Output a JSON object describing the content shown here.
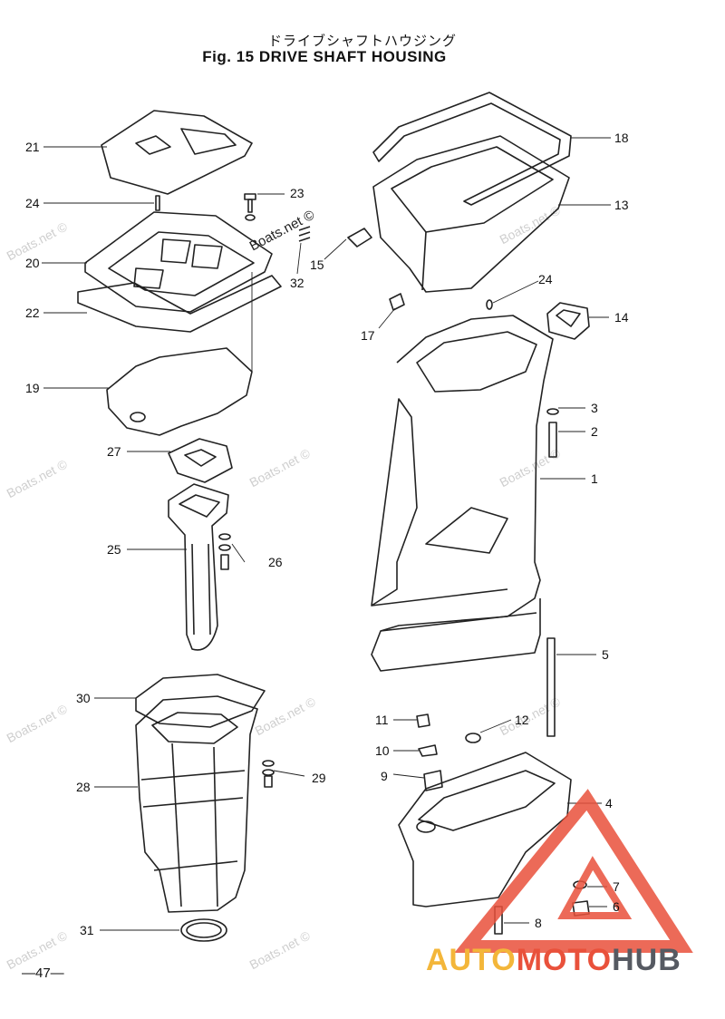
{
  "header": {
    "title_jp": "ドライブシャフトハウジング",
    "title_en": "Fig. 15   DRIVE SHAFT HOUSING"
  },
  "page_number": "—47—",
  "watermark_text": "Boats.net ©",
  "logo": {
    "part1": "AUTO",
    "part2": "MOTO",
    "part3": "HUB"
  },
  "callouts": [
    "21",
    "24",
    "23",
    "20",
    "32",
    "15",
    "22",
    "19",
    "27",
    "25",
    "26",
    "30",
    "28",
    "29",
    "31",
    "18",
    "13",
    "24",
    "14",
    "17",
    "3",
    "2",
    "1",
    "5",
    "11",
    "12",
    "10",
    "9",
    "4",
    "7",
    "6",
    "8"
  ],
  "colors": {
    "line": "#222222",
    "logo_red": "#e9513b",
    "logo_yellow": "#f3b63a",
    "logo_gray": "#565a62"
  }
}
